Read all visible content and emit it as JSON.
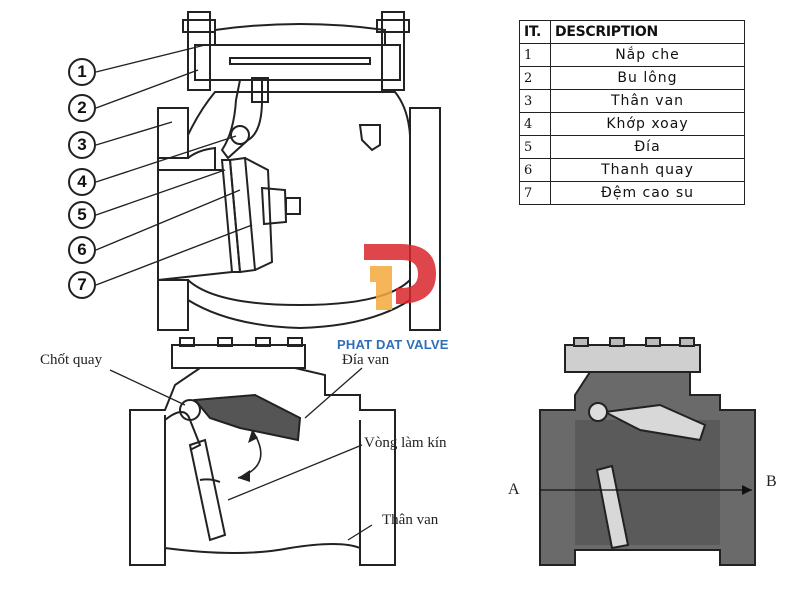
{
  "table": {
    "headers": [
      "IT.",
      "DESCRIPTION"
    ],
    "rows": [
      {
        "it": "1",
        "desc": "Nắp che"
      },
      {
        "it": "2",
        "desc": "Bu lông"
      },
      {
        "it": "3",
        "desc": "Thân van"
      },
      {
        "it": "4",
        "desc": "Khớp xoay"
      },
      {
        "it": "5",
        "desc": "Đía"
      },
      {
        "it": "6",
        "desc": "Thanh quay"
      },
      {
        "it": "7",
        "desc": "Đệm cao su"
      }
    ]
  },
  "callouts": [
    "1",
    "2",
    "3",
    "4",
    "5",
    "6",
    "7"
  ],
  "labels": {
    "pin": "Chốt quay",
    "disc": "Đía van",
    "seal": "Vòng làm kín",
    "body": "Thân van"
  },
  "flow": {
    "inlet": "A",
    "outlet": "B"
  },
  "brand": {
    "name": "PHAT DAT VALVE",
    "red": "#d9262b",
    "orange": "#f2a93b",
    "blue": "#2f6fb6"
  }
}
